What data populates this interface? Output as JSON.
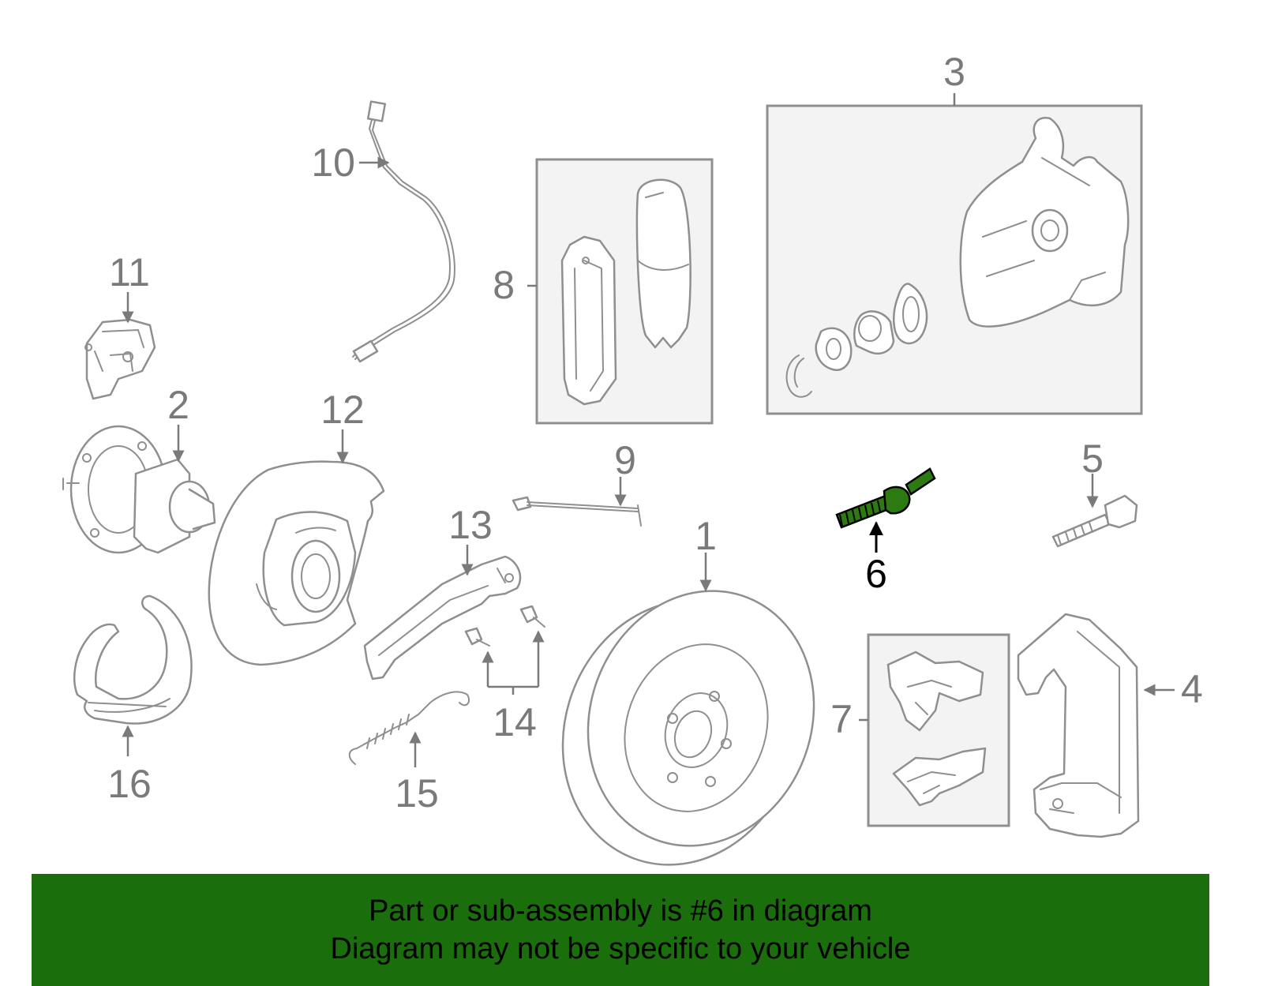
{
  "callouts": [
    {
      "id": "1",
      "label": "1"
    },
    {
      "id": "2",
      "label": "2"
    },
    {
      "id": "3",
      "label": "3"
    },
    {
      "id": "4",
      "label": "4"
    },
    {
      "id": "5",
      "label": "5"
    },
    {
      "id": "6",
      "label": "6",
      "highlighted": true
    },
    {
      "id": "7",
      "label": "7"
    },
    {
      "id": "8",
      "label": "8"
    },
    {
      "id": "9",
      "label": "9"
    },
    {
      "id": "10",
      "label": "10"
    },
    {
      "id": "11",
      "label": "11"
    },
    {
      "id": "12",
      "label": "12"
    },
    {
      "id": "13",
      "label": "13"
    },
    {
      "id": "14",
      "label": "14"
    },
    {
      "id": "15",
      "label": "15"
    },
    {
      "id": "16",
      "label": "16"
    }
  ],
  "banner": {
    "line1": "Part or sub-assembly is #6 in diagram",
    "line2": "Diagram may not be specific to your vehicle"
  },
  "colors": {
    "highlight_part": "#2d7a12",
    "banner_bg": "#1b6e0c",
    "line_gray": "#8f8f8f",
    "label_gray": "#7a7a7a"
  }
}
